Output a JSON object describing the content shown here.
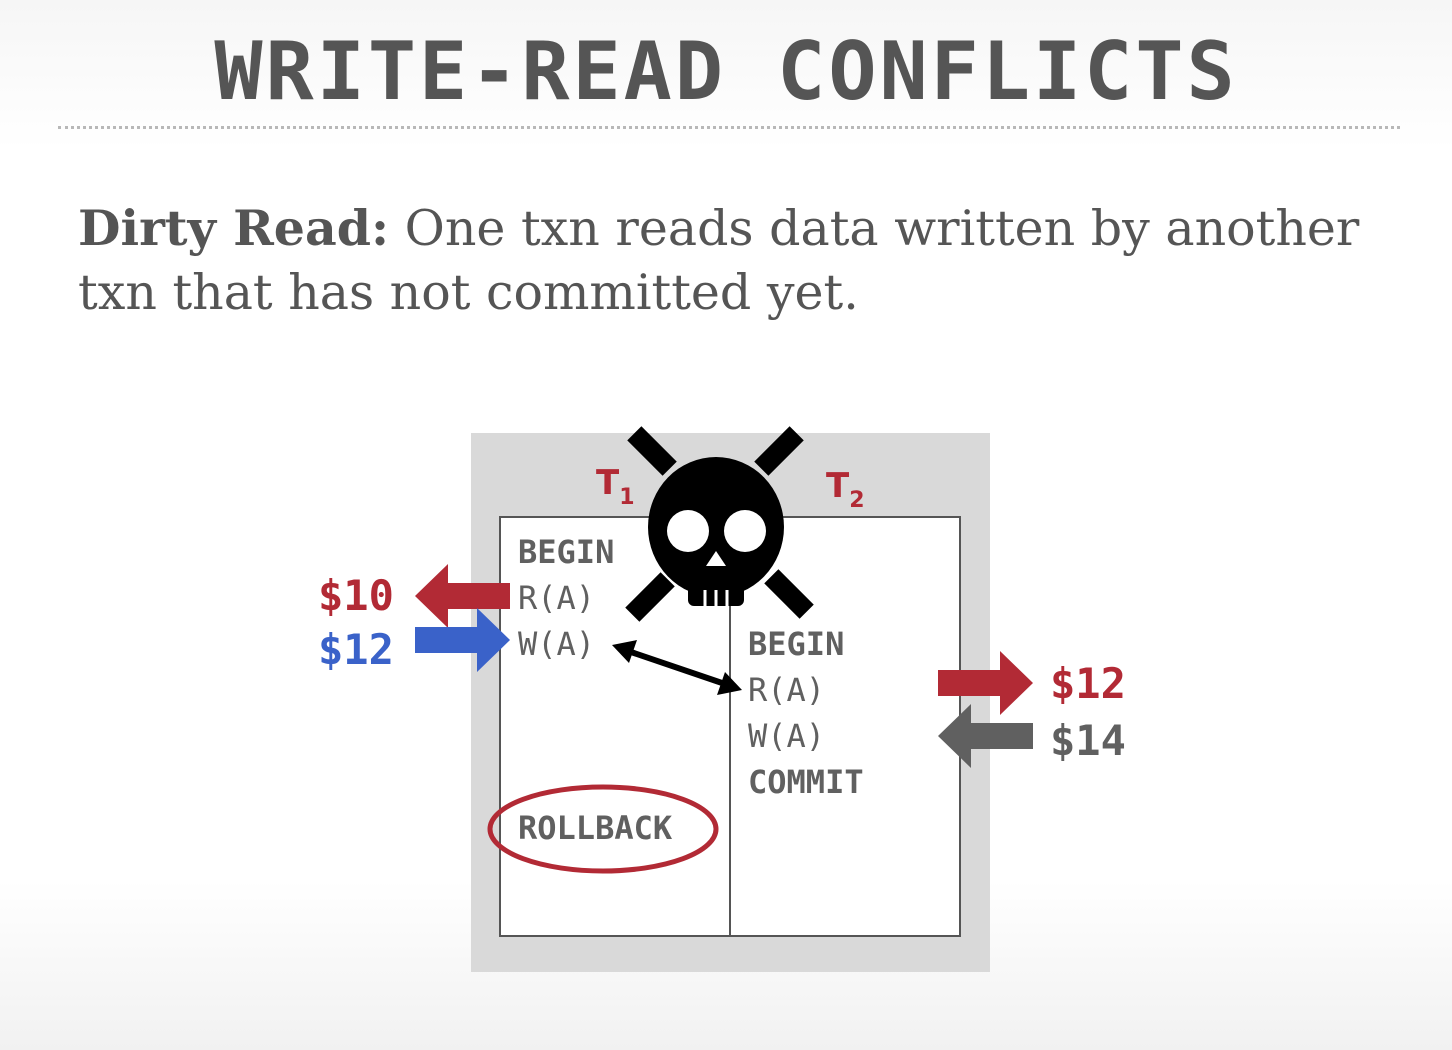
{
  "title": "WRITE-READ CONFLICTS",
  "definition": {
    "term": "Dirty Read:",
    "text": "One txn reads data written by another txn that has not committed yet."
  },
  "transactions": {
    "t1": {
      "label": "T",
      "sub": "1",
      "ops": [
        "BEGIN",
        "R(A)",
        "W(A)"
      ],
      "rollback": "ROLLBACK"
    },
    "t2": {
      "label": "T",
      "sub": "2",
      "ops": [
        "BEGIN",
        "R(A)",
        "W(A)",
        "COMMIT"
      ]
    }
  },
  "values": {
    "t1_read": "$10",
    "t1_write": "$12",
    "t2_read": "$12",
    "t2_write": "$14"
  },
  "icons": {
    "hazard": "skull-crossbones-icon"
  },
  "colors": {
    "red": "#b22a35",
    "blue": "#3a62c9",
    "gray": "#606060",
    "text": "#555555",
    "panel": "#d9d9d9"
  }
}
